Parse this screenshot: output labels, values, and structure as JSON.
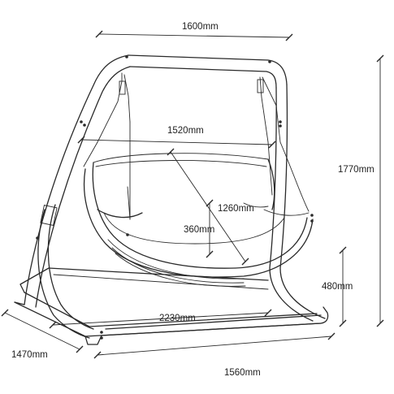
{
  "dimensions": {
    "top_width": "1600mm",
    "seat_width": "1520mm",
    "seat_diagonal": "1260mm",
    "seat_depth": "360mm",
    "total_height": "1770mm",
    "seat_height": "480mm",
    "base_length": "2230mm",
    "base_depth": "1470mm",
    "base_width": "1560mm"
  },
  "colors": {
    "line": "#2a2a2a",
    "background": "#ffffff"
  }
}
